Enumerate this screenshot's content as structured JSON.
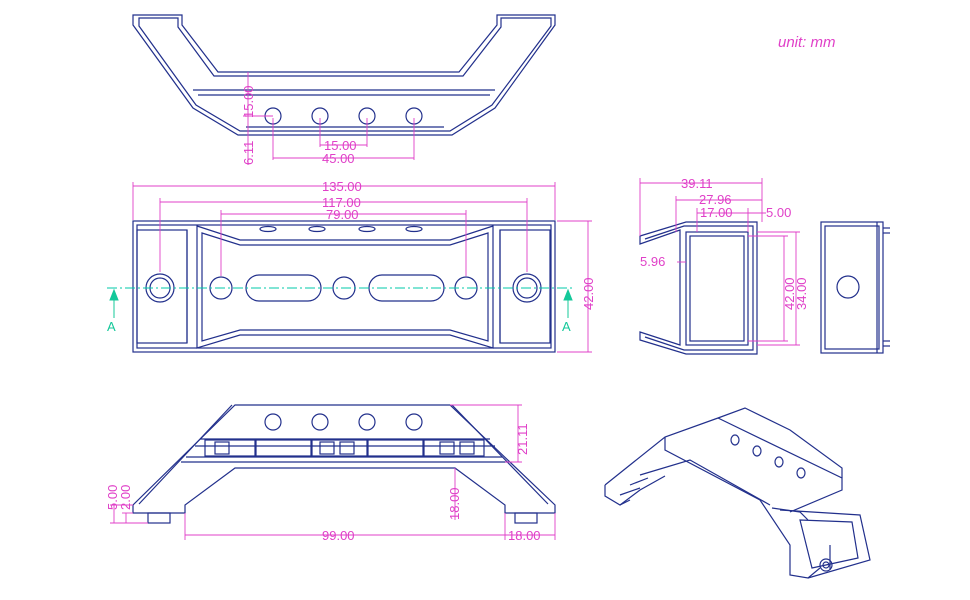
{
  "unit_label": "unit: mm",
  "colors": {
    "part": "#22308c",
    "dimension": "#e040c8",
    "centerline": "#00c8a8",
    "section": "#14c89a",
    "background": "#ffffff"
  },
  "section_marker": "A",
  "dimensions": {
    "top_view": [
      "15.00",
      "6.11",
      "15.00",
      "45.00"
    ],
    "front_view": [
      "135.00",
      "117.00",
      "79.00",
      "42.00"
    ],
    "side_view": [
      "39.11",
      "27.96",
      "17.00",
      "5.00",
      "5.96",
      "42.00",
      "34.00"
    ],
    "bottom_view": [
      "21.11",
      "5.00",
      "2.00",
      "18.00",
      "99.00",
      "18.00"
    ]
  }
}
